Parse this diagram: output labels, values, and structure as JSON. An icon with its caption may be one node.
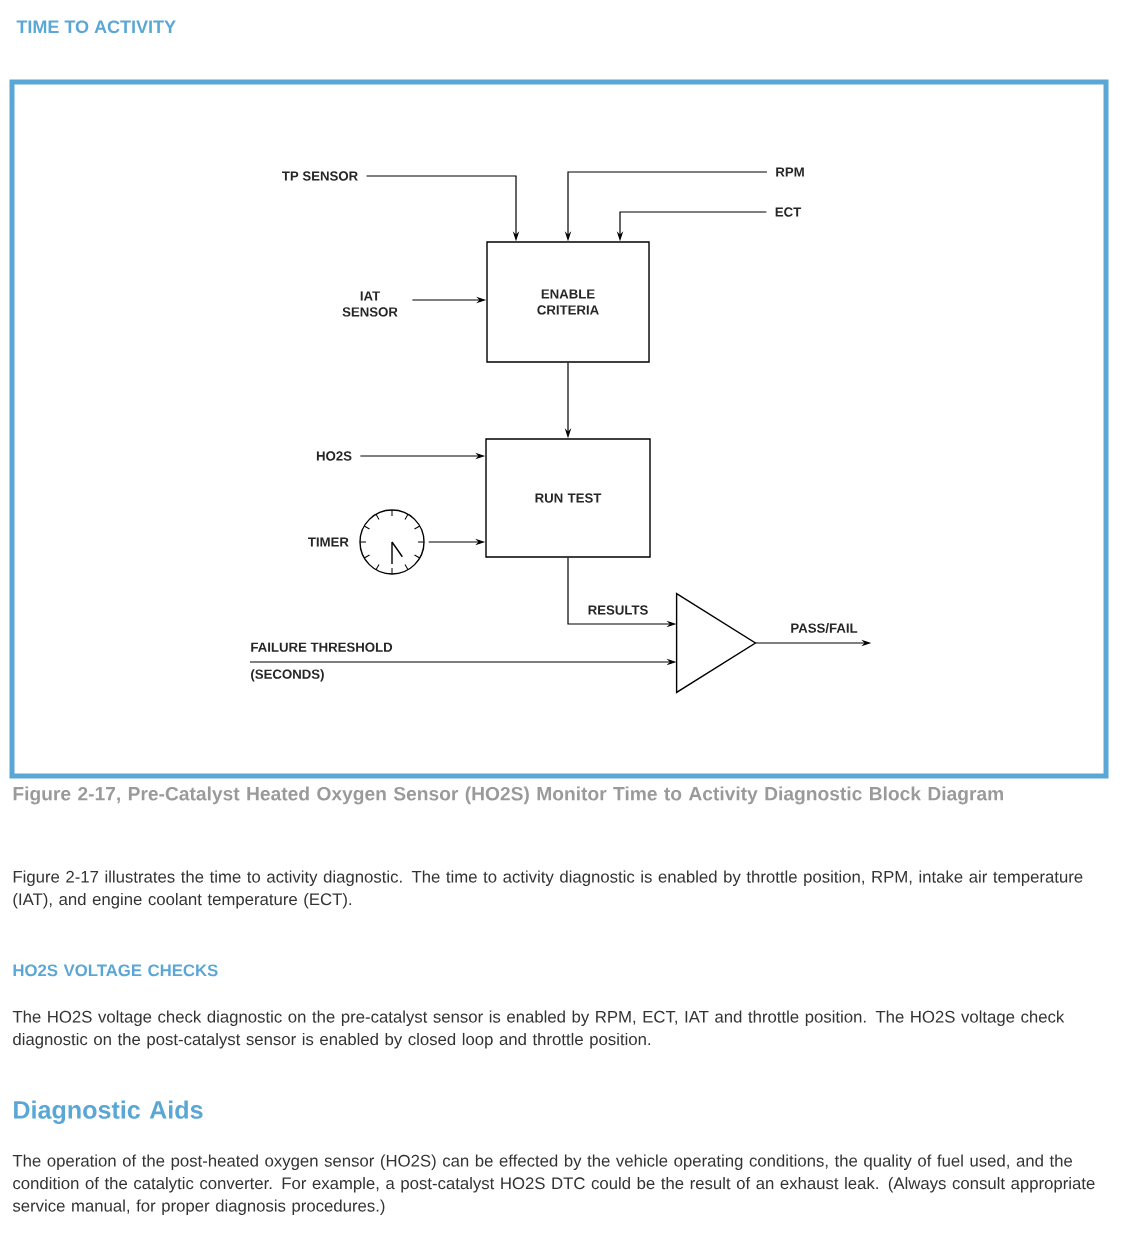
{
  "diagram": {
    "title": "TIME TO ACTIVITY",
    "caption": "Figure 2-17, Pre-Catalyst Heated Oxygen Sensor (HO2S) Monitor Time to Activity Diagnostic Block Diagram",
    "nodes": [
      {
        "text": [
          "TP SENSOR"
        ]
      },
      {
        "text": [
          "RPM"
        ]
      },
      {
        "text": [
          "ECT"
        ]
      },
      {
        "text": [
          "IAT SENSOR"
        ]
      },
      {
        "text": [
          "ENABLE CRITERIA"
        ]
      },
      {
        "text": [
          "HO2S"
        ]
      },
      {
        "text": [
          "RUN TEST"
        ]
      },
      {
        "text": [],
        "shape": "clock",
        "beside": [
          "TIMER"
        ]
      },
      {
        "text": [
          "FAILURE THRESHOLD",
          "(SECONDS)"
        ]
      },
      {
        "text": [],
        "shape": "triangle"
      }
    ],
    "edges": [
      {
        "from": 0,
        "to": 4,
        "arrow": "to"
      },
      {
        "from": 1,
        "to": 4,
        "arrow": "to"
      },
      {
        "from": 2,
        "to": 4,
        "arrow": "to"
      },
      {
        "from": 3,
        "to": 4,
        "arrow": "to"
      },
      {
        "from": 4,
        "to": 6,
        "arrow": "to"
      },
      {
        "from": 5,
        "to": 6,
        "arrow": "to"
      },
      {
        "from": 7,
        "to": 6,
        "arrow": "to"
      },
      {
        "from": 6,
        "to": 9,
        "arrow": "to",
        "label": "RESULTS"
      },
      {
        "from": 8,
        "to": 9,
        "arrow": "to"
      },
      {
        "from": 9,
        "to": null,
        "arrow": "to",
        "label": "PASS/FAIL"
      }
    ],
    "labels": [
      "Figure 2-17 illustrates the time to activity diagnostic. The time to activity diagnostic is enabled by throttle position, RPM, intake air temperature (IAT), and engine coolant temperature (ECT).",
      "HO2S VOLTAGE CHECKS",
      "The HO2S voltage check diagnostic on the pre-catalyst sensor is enabled by RPM, ECT, IAT and throttle position. The HO2S voltage check diagnostic on the post-catalyst sensor is enabled by closed loop and throttle position.",
      "Diagnostic Aids",
      "The operation of the post-heated oxygen sensor (HO2S) can be effected by the vehicle operating conditions, the quality of fuel used, and the condition of the catalytic converter. For example, a post-catalyst HO2S DTC could be the result of an exhaust leak. (Always consult appropriate service manual, for proper diagnosis procedures.)"
    ]
  }
}
